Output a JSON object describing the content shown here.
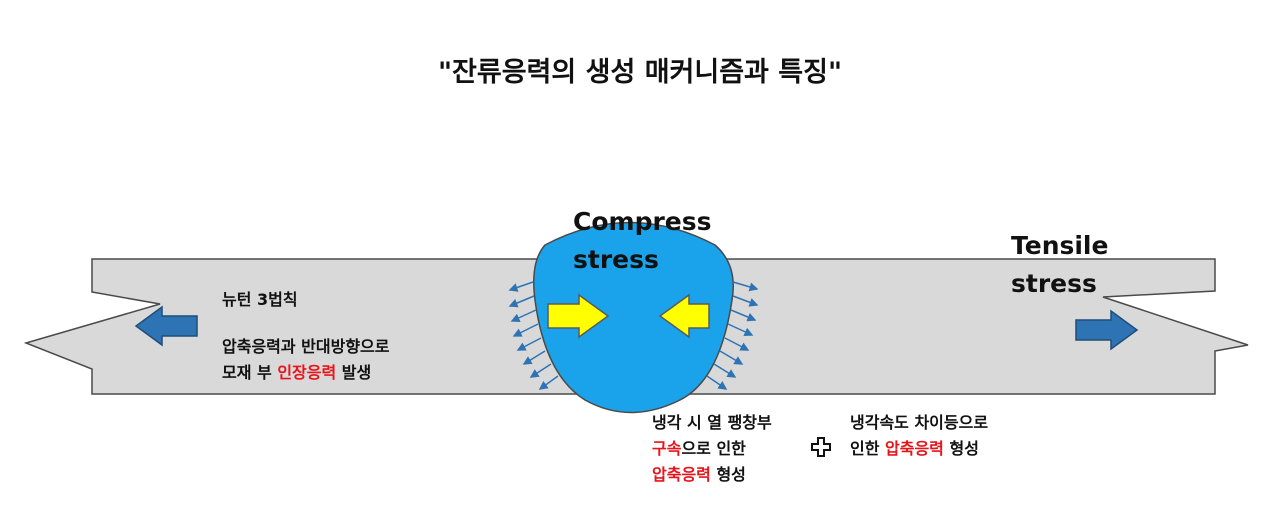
{
  "title": "\"잔류응력의 생성 매커니즘과 특징\"",
  "labels": {
    "compress_line1": "Compress",
    "compress_line2": "stress",
    "tensile_line1": "Tensile",
    "tensile_line2": "stress",
    "newton": "뉴턴 3법칙",
    "left_line1": "압축응력과 반대방향으로",
    "left_line2_pre": "모재 부 ",
    "left_line2_red": "인장응력",
    "left_line2_post": " 발생",
    "mid_line1": "냉각 시 열 팽창부",
    "mid_line2_red": "구속",
    "mid_line2_post": "으로 인한",
    "mid_line3_red": "압축응력",
    "mid_line3_post": " 형성",
    "right_line1": "냉각속도 차이등으로",
    "right_line2_pre": "인한 ",
    "right_line2_red": "압축응력",
    "right_line2_post": " 형성"
  },
  "colors": {
    "plate_fill": "#d9d9d9",
    "weld_fill": "#1aa3ea",
    "tensile_arrow": "#2e74b5",
    "compress_arrow": "#ffff00",
    "emphasis_text": "#e8141b"
  },
  "icons": [
    "left-blue-arrow-icon",
    "right-blue-arrow-icon",
    "yellow-right-arrow-icon",
    "yellow-left-arrow-icon",
    "plus-icon"
  ]
}
